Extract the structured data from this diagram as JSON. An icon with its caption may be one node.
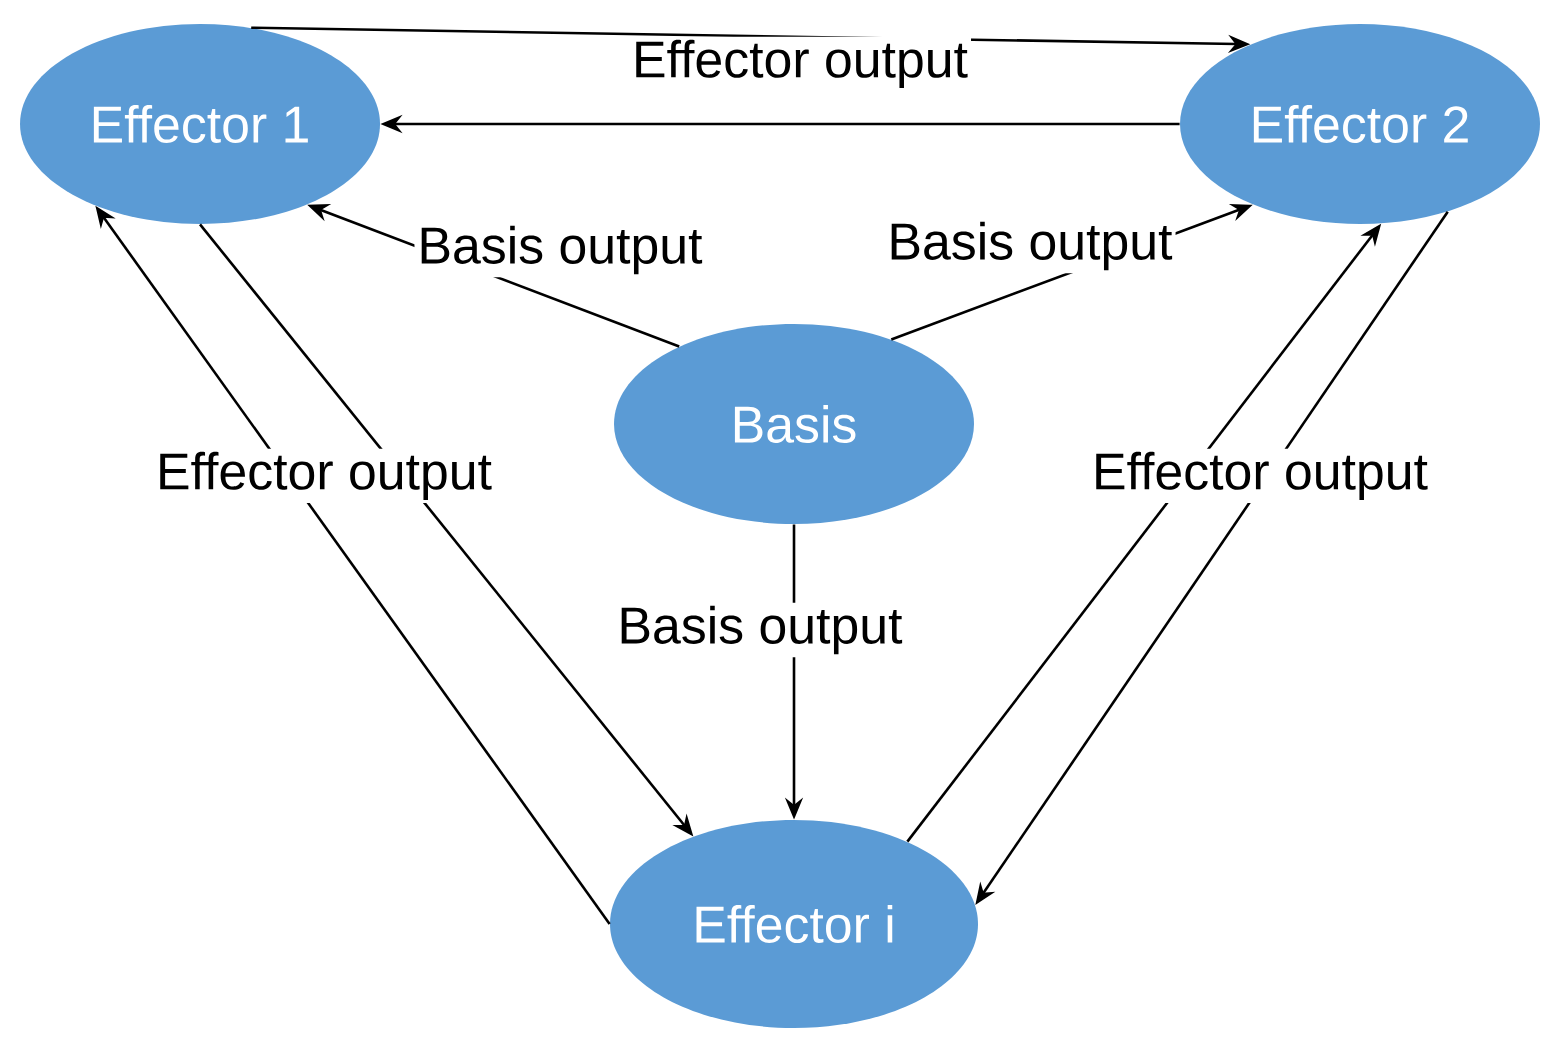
{
  "diagram": {
    "nodes": [
      {
        "text": [
          "Effector 1"
        ]
      },
      {
        "text": [
          "Effector 2"
        ]
      },
      {
        "text": [
          "Basis"
        ]
      },
      {
        "text": [
          "Effector i"
        ]
      }
    ],
    "edges": [
      {
        "from": 0,
        "to": 1,
        "arrow": "to"
      },
      {
        "from": 1,
        "to": 0,
        "arrow": "to",
        "label": "Effector output"
      },
      {
        "from": 2,
        "to": 0,
        "arrow": "to",
        "label": "Basis output"
      },
      {
        "from": 2,
        "to": 1,
        "arrow": "to",
        "label": "Basis output"
      },
      {
        "from": 2,
        "to": 3,
        "arrow": "to",
        "label": "Basis output"
      },
      {
        "from": 3,
        "to": 0,
        "arrow": "to",
        "label": "Effector output"
      },
      {
        "from": 0,
        "to": 3,
        "arrow": "to"
      },
      {
        "from": 3,
        "to": 1,
        "arrow": "to",
        "label": "Effector output"
      },
      {
        "from": 1,
        "to": 3,
        "arrow": "to"
      }
    ]
  }
}
